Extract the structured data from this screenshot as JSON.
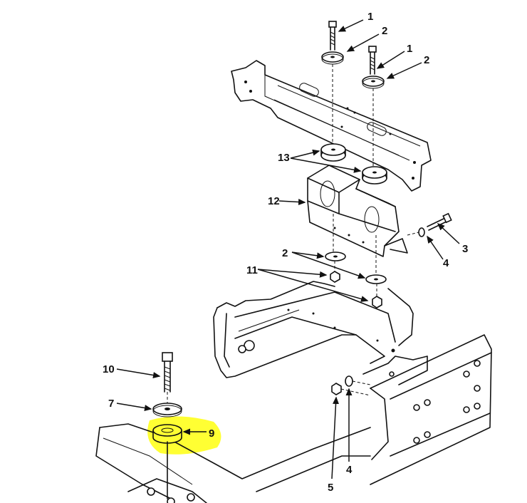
{
  "callouts": [
    {
      "id": "c1a",
      "label": "1"
    },
    {
      "id": "c2a",
      "label": "2"
    },
    {
      "id": "c1b",
      "label": "1"
    },
    {
      "id": "c2b",
      "label": "2"
    },
    {
      "id": "c13",
      "label": "13"
    },
    {
      "id": "c12",
      "label": "12"
    },
    {
      "id": "c3",
      "label": "3"
    },
    {
      "id": "c4a",
      "label": "4"
    },
    {
      "id": "c2c",
      "label": "2"
    },
    {
      "id": "c11",
      "label": "11"
    },
    {
      "id": "c10",
      "label": "10"
    },
    {
      "id": "c7",
      "label": "7"
    },
    {
      "id": "c9",
      "label": "9"
    },
    {
      "id": "c5",
      "label": "5"
    },
    {
      "id": "c4b",
      "label": "4"
    }
  ],
  "highlight": {
    "color": "#ffff33",
    "part": "9"
  },
  "line_color": "#111111"
}
